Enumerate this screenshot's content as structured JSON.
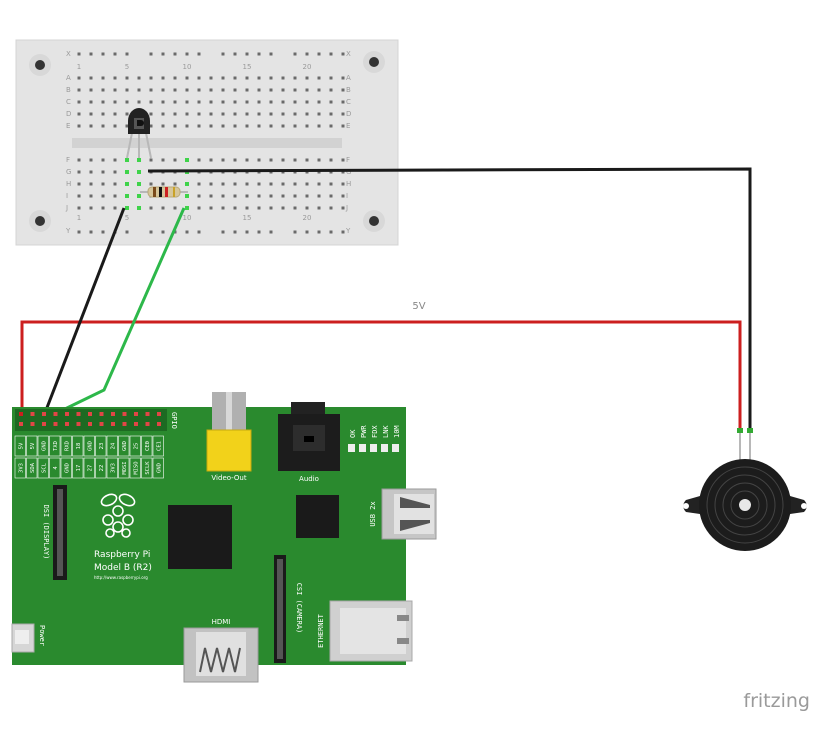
{
  "breadboard": {
    "row_labels_top": [
      "A",
      "B",
      "C",
      "D",
      "E"
    ],
    "row_labels_bottom": [
      "F",
      "G",
      "H",
      "I",
      "J"
    ],
    "edge_label": "X",
    "edge_label_bottom": "Y",
    "column_numbers": [
      "1",
      "5",
      "10",
      "15",
      "20"
    ]
  },
  "wires": {
    "power_label": "5V",
    "colors": {
      "red": "#cc1f1f",
      "black": "#1a1a1a",
      "green": "#2db84a"
    }
  },
  "board": {
    "name_line1": "Raspberry Pi",
    "name_line2": "Model B (R2)",
    "url": "http://www.raspberrypi.org",
    "gpio_label": "GPIO",
    "pin_labels": [
      "3V3",
      "5V",
      "SDA",
      "5V",
      "SCL",
      "GND",
      "4",
      "TXD",
      "GND",
      "RXD",
      "17",
      "18",
      "27",
      "GND",
      "22",
      "23",
      "3V3",
      "24",
      "MOSI",
      "GND",
      "MISO",
      "25",
      "SCLK",
      "CE0",
      "GND",
      "CE1"
    ],
    "video_out": "Video-Out",
    "audio": "Audio",
    "leds": [
      "OK",
      "PWR",
      "FDX",
      "LNK",
      "10M"
    ],
    "usb": "USB 2x",
    "dsi": "DSI (DISPLAY)",
    "csi": "CSI (CAMERA)",
    "hdmi": "HDMI",
    "ethernet": "ETHERNET",
    "power": "Power",
    "colors": {
      "pcb": "#2a8a2e",
      "pcb_dark": "#1d6a22",
      "silk": "#ffffff"
    }
  },
  "brand": "fritzing"
}
